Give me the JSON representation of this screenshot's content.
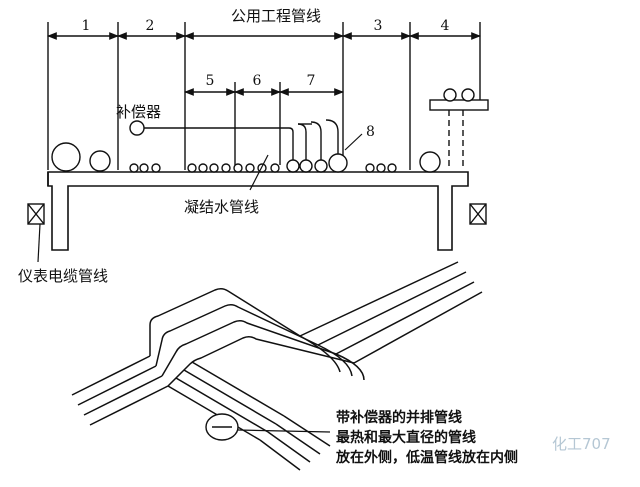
{
  "top_diagram": {
    "title": "公用工程管线",
    "segments": [
      "1",
      "2",
      "5",
      "6",
      "7",
      "3",
      "4"
    ],
    "compensator_label": "补偿器",
    "item_8": "8",
    "condensate_label": "凝结水管线",
    "cable_label": "仪表电缆管线"
  },
  "bottom_diagram": {
    "note_lines": [
      "带补偿器的并排管线",
      "最热和最大直径的管线",
      "放在外侧，低温管线放在内侧"
    ]
  },
  "watermark": "化工707"
}
